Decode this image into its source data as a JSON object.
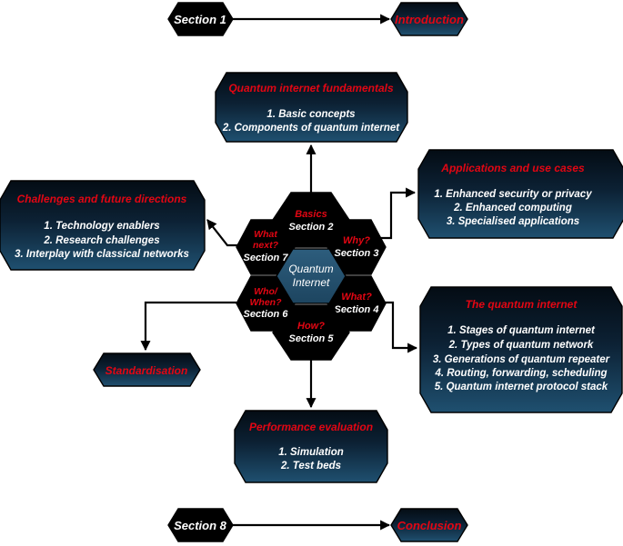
{
  "top_row": {
    "left": "Section 1",
    "right": "Introduction"
  },
  "bottom_row": {
    "left": "Section 8",
    "right": "Conclusion"
  },
  "center": {
    "line1": "Quantum",
    "line2": "Internet"
  },
  "hexes": {
    "basics": {
      "q": "Basics",
      "s": "Section 2"
    },
    "why": {
      "q": "Why?",
      "s": "Section 3"
    },
    "what": {
      "q": "What?",
      "s": "Section 4"
    },
    "how": {
      "q": "How?",
      "s": "Section 5"
    },
    "who": {
      "q1": "Who/",
      "q2": "When?",
      "s": "Section 6"
    },
    "whatnext": {
      "q1": "What",
      "q2": "next?",
      "s": "Section 7"
    }
  },
  "boxes": {
    "fundamentals": {
      "title": "Quantum internet fundamentals",
      "items": [
        "1. Basic concepts",
        "2. Components of quantum internet"
      ]
    },
    "applications": {
      "title": "Applications and use cases",
      "items": [
        "1. Enhanced security or privacy",
        "2. Enhanced computing",
        "3. Specialised applications"
      ]
    },
    "challenges": {
      "title": "Challenges and future directions",
      "items": [
        "1. Technology enablers",
        "2. Research challenges",
        "3. Interplay with classical networks"
      ]
    },
    "quantum_internet": {
      "title": "The quantum internet",
      "items": [
        "1. Stages of quantum internet",
        "2. Types of quantum network",
        "3. Generations of quantum repeater",
        "4. Routing, forwarding, scheduling",
        "5. Quantum internet protocol stack"
      ]
    },
    "standardisation": {
      "title": "Standardisation"
    },
    "performance": {
      "title": "Performance evaluation",
      "items": [
        "1. Simulation",
        "2. Test beds"
      ]
    }
  },
  "colors": {
    "accent_red": "#e30613",
    "box_top": "#040c14",
    "box_bottom": "#1d4d6c",
    "hex_black": "#000000",
    "center_fill": "#24506e"
  }
}
